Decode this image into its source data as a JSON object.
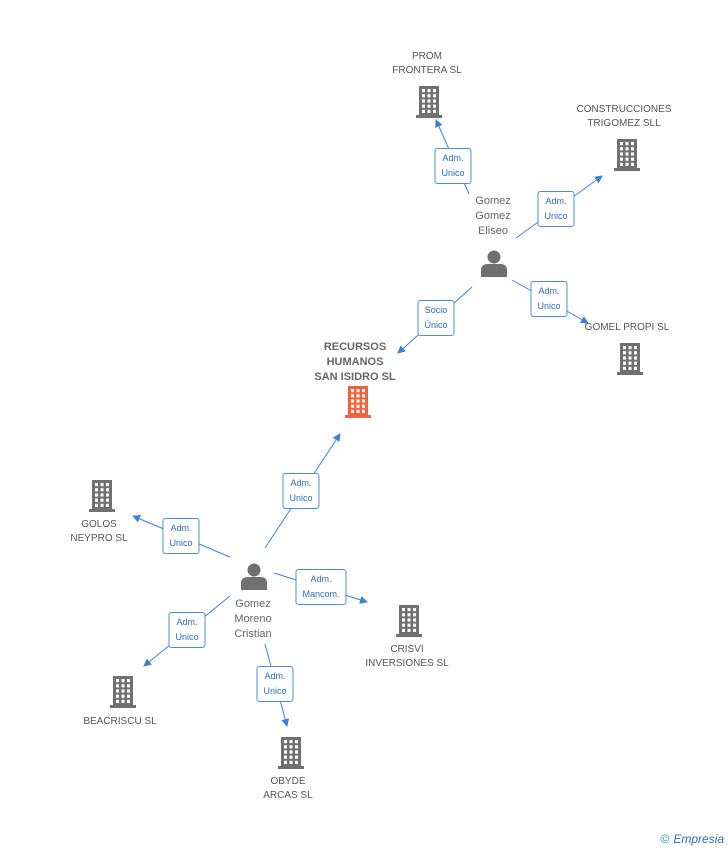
{
  "colors": {
    "edge": "#3b82d6",
    "building": "#707070",
    "building_main": "#f0643c",
    "person": "#707070"
  },
  "nodes": [
    {
      "id": "recursos",
      "type": "company-main",
      "label": "RECURSOS\nHUMANOS\nSAN ISIDRO SL"
    },
    {
      "id": "prom",
      "type": "company",
      "label": "PROM\nFRONTERA SL"
    },
    {
      "id": "construcciones",
      "type": "company",
      "label": "CONSTRUCCIONES\nTRIGOMEZ SLL"
    },
    {
      "id": "gomel",
      "type": "company",
      "label": "GOMEL PROPI SL"
    },
    {
      "id": "eliseo",
      "type": "person",
      "label": "Gomez\nGomez\nEliseo"
    },
    {
      "id": "cristian",
      "type": "person",
      "label": "Gomez\nMoreno\nCristian"
    },
    {
      "id": "golos",
      "type": "company",
      "label": "GOLOS\nNEYPRO  SL"
    },
    {
      "id": "crisvi",
      "type": "company",
      "label": "CRISVI\nINVERSIONES SL"
    },
    {
      "id": "beacriscu",
      "type": "company",
      "label": "BEACRISCU SL"
    },
    {
      "id": "obyde",
      "type": "company",
      "label": "OBYDE\nARCAS SL"
    }
  ],
  "edges": [
    {
      "from": "eliseo",
      "to": "prom",
      "label": "Adm.\nUnico"
    },
    {
      "from": "eliseo",
      "to": "construcciones",
      "label": "Adm.\nUnico"
    },
    {
      "from": "eliseo",
      "to": "gomel",
      "label": "Adm.\nUnico"
    },
    {
      "from": "eliseo",
      "to": "recursos",
      "label": "Socio\nÚnico"
    },
    {
      "from": "cristian",
      "to": "recursos",
      "label": "Adm.\nUnico"
    },
    {
      "from": "cristian",
      "to": "golos",
      "label": "Adm.\nUnico"
    },
    {
      "from": "cristian",
      "to": "crisvi",
      "label": "Adm.\nMancom."
    },
    {
      "from": "cristian",
      "to": "beacriscu",
      "label": "Adm.\nUnico"
    },
    {
      "from": "cristian",
      "to": "obyde",
      "label": "Adm.\nUnico"
    }
  ],
  "footer": {
    "copyright": "©",
    "brand": "Empresia"
  }
}
